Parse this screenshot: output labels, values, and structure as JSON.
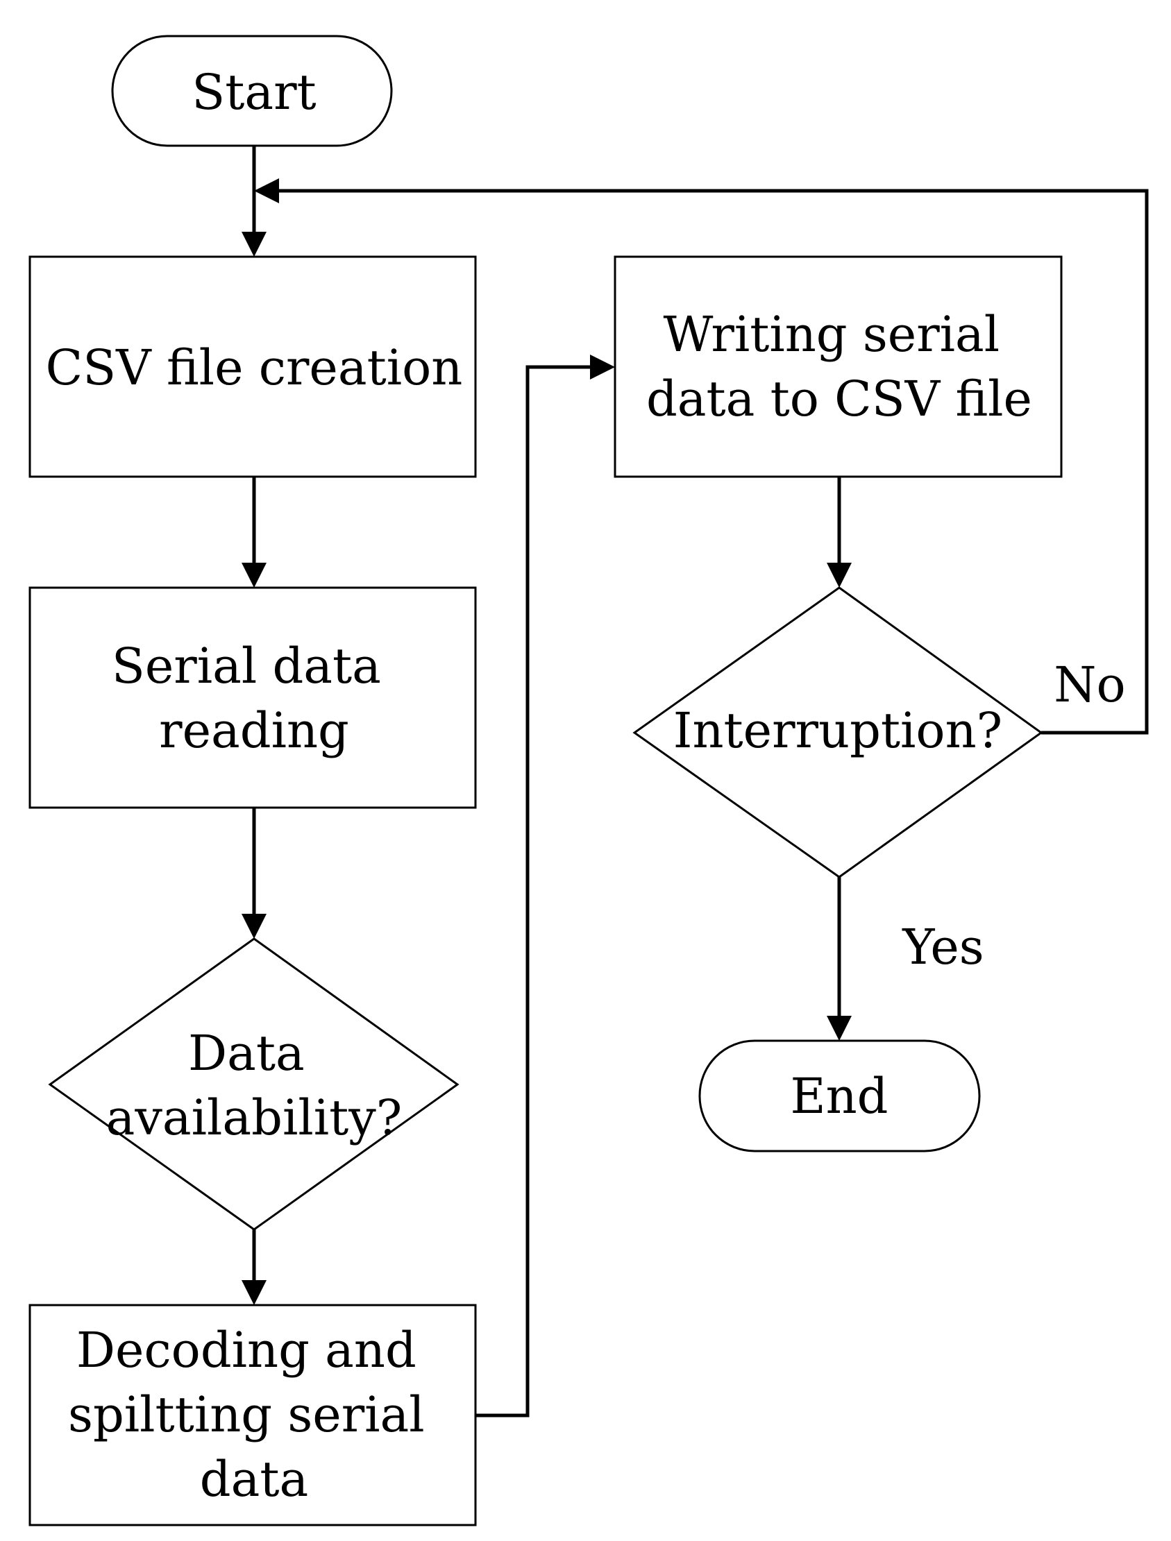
{
  "nodes": {
    "start": {
      "label": "Start"
    },
    "csv_creation": {
      "label": "CSV file creation"
    },
    "serial_reading": {
      "line1": "Serial data",
      "line2": "reading"
    },
    "data_availability": {
      "line1": "Data",
      "line2": "availability?"
    },
    "decoding": {
      "line1": "Decoding and",
      "line2": "spiltting serial",
      "line3": "data"
    },
    "writing": {
      "line1": "Writing serial",
      "line2": "data to CSV file"
    },
    "interruption": {
      "label": "Interruption?"
    },
    "end": {
      "label": "End"
    }
  },
  "edges": {
    "no_label": "No",
    "yes_label": "Yes"
  }
}
